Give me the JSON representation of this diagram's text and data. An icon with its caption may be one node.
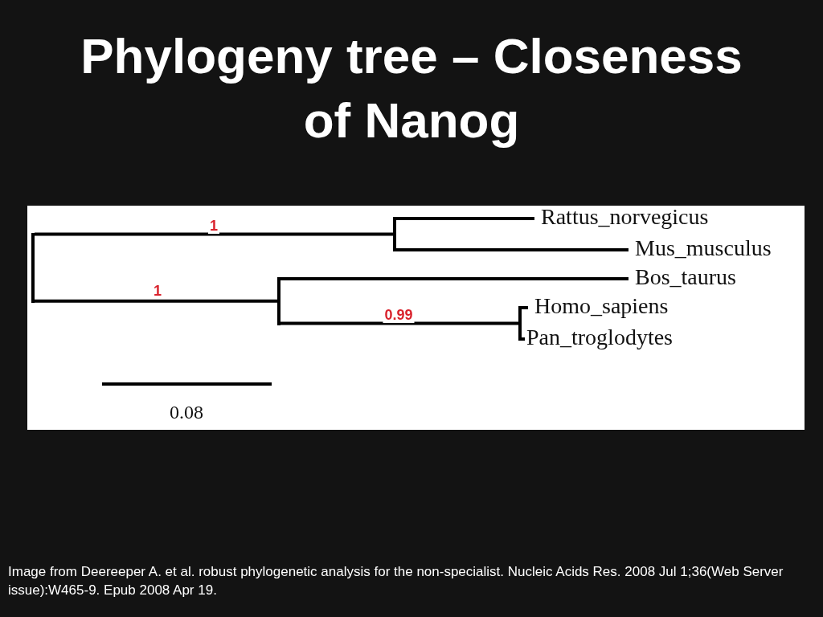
{
  "diagram": {
    "title": "Phylogeny tree – Closeness of Nanog",
    "caption": "Image from Deereeper A. et al. robust phylogenetic analysis for the non-specialist. Nucleic Acids Res. 2008 Jul 1;36(Web Server issue):W465-9. Epub 2008 Apr 19.",
    "nodes": [
      {
        "text": [],
        "shape": "bar"
      },
      {
        "text": [],
        "shape": "bar"
      },
      {
        "text": [
          "Rattus_norvegicus"
        ]
      },
      {
        "text": [
          "Mus_musculus"
        ]
      },
      {
        "text": [],
        "shape": "bar"
      },
      {
        "text": [
          "Bos_taurus"
        ]
      },
      {
        "text": [],
        "shape": "bar"
      },
      {
        "text": [
          "Homo_sapiens"
        ]
      },
      {
        "text": [
          "Pan_troglodytes"
        ]
      }
    ],
    "edges": [
      {
        "from": 0,
        "to": 1,
        "arrow": "none",
        "label": "1"
      },
      {
        "from": 0,
        "to": 4,
        "arrow": "none",
        "label": "1"
      },
      {
        "from": 1,
        "to": 2,
        "arrow": "none"
      },
      {
        "from": 1,
        "to": 3,
        "arrow": "none"
      },
      {
        "from": 4,
        "to": 5,
        "arrow": "none"
      },
      {
        "from": 4,
        "to": 6,
        "arrow": "none",
        "label": "0.99"
      },
      {
        "from": 6,
        "to": 7,
        "arrow": "none"
      },
      {
        "from": 6,
        "to": 8,
        "arrow": "none"
      }
    ],
    "labels": [
      "0.08"
    ]
  }
}
